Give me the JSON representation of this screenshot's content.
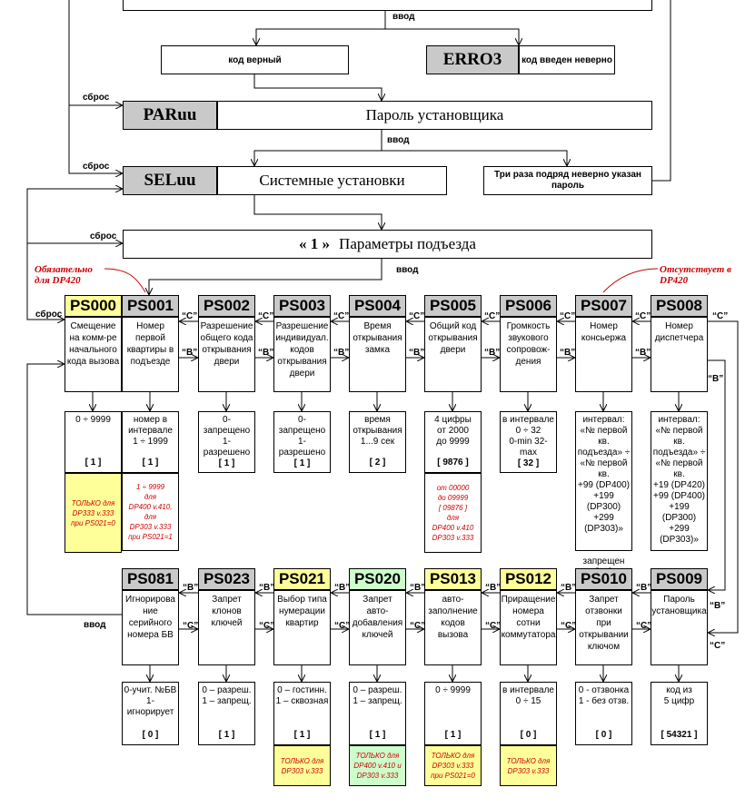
{
  "header": {
    "top_input": "ввод",
    "code_ok": "код верный",
    "err_tag": "ERRO3",
    "err_text": "код введен неверно",
    "reset": "сброс",
    "paruu_tag": "PARuu",
    "paruu_text": "Пароль установщика",
    "input2": "ввод",
    "three_times": "Три раза подряд неверно указан пароль",
    "reset2": "сброс",
    "seluu_tag": "SELuu",
    "seluu_text": "Системные установки",
    "reset3": "сброс",
    "param_num": "« 1 »",
    "param_text": "Параметры подъезда",
    "input3": "ввод",
    "annot_left": "Обязательно для DP420",
    "annot_right": "Отсутствует в DP420",
    "reset4": "сброс",
    "input4": "ввод"
  },
  "arrows": {
    "c": "“С”",
    "b": "“В”"
  },
  "row1": [
    {
      "id": "PS000",
      "color": "yel",
      "desc": "Смещение\nна комм-ре\nначального\nкода вызова",
      "val": "0 ÷ 9999",
      "dflt": "[ 1 ]",
      "note": "ТОЛЬКО для\nDP333 v.333\nпри PS021=0",
      "note_color": "yel"
    },
    {
      "id": "PS001",
      "color": "gry",
      "desc": "Номер\nпервой\nквартиры в\nподъезде",
      "val": "номер в\nинтервале\n1 ÷ 1999",
      "dflt": "[ 1 ]",
      "note": "1 ÷ 9999\nдля\nDP400 v.410,\nдля\nDP303 v.333\nпри PS021=1",
      "note_color": "wht"
    },
    {
      "id": "PS002",
      "color": "gry",
      "desc": "Разрешение\nобщего кода\nоткрывания\nдвери",
      "val": "0-запрещено\n1-разрешено",
      "dflt": "[ 1 ]"
    },
    {
      "id": "PS003",
      "color": "gry",
      "desc": "Разрешение\nиндивидуал.\nкодов\nоткрывания\nдвери",
      "val": "0-запрещено\n1-разрешено",
      "dflt": "[ 1 ]"
    },
    {
      "id": "PS004",
      "color": "gry",
      "desc": "Время\nоткрывания\nзамка",
      "val": "время\nоткрывания\n1...9 сек",
      "dflt": "[ 2 ]"
    },
    {
      "id": "PS005",
      "color": "gry",
      "desc": "Общий код\nоткрывания\nдвери",
      "val": "4 цифры\nот 2000\nдо 9999",
      "dflt": "[ 9876 ]",
      "note": "от 00000\nдо 09999\n[ 09876 ]\nдля\nDP400 v.410\nDP303 v.333",
      "note_color": "wht"
    },
    {
      "id": "PS006",
      "color": "gry",
      "desc": "Громкость\nзвукового\nсопровож-\nдения",
      "val": "в интервале\n0 ÷ 32\n0-min 32-max",
      "dflt": "[ 32 ]"
    },
    {
      "id": "PS007",
      "color": "gry",
      "desc": "Номер\nконсьержа",
      "val": "интервал:\n«№ первой кв.\nподъезда» ÷\n«№ первой кв.\n+99 (DP400)\n+199 (DP300)\n+299 (DP303)»\n\n\nзапрещен",
      "dflt": "[ 0 ]"
    },
    {
      "id": "PS008",
      "color": "gry",
      "desc": "Номер\nдиспетчера",
      "val": "интервал:\n«№ первой кв.\nподъезда» ÷\n«№ первой кв.\n+19 (DP420)\n+99 (DP400)\n+199 (DP300)\n+299 (DP303)»\n\n\nзапрещен",
      "dflt": "[ 0 ]"
    }
  ],
  "row2": [
    {
      "id": "PS081",
      "color": "gry",
      "desc": "Игнорирова\nние\nсерийного\nномера БВ",
      "val": "0-учит. №БВ\n1-игнорирует",
      "dflt": "[ 0 ]"
    },
    {
      "id": "PS023",
      "color": "gry",
      "desc": "Запрет\nклонов\nключей",
      "val": "0 – разреш.\n1 – запрещ.",
      "dflt": "[ 1 ]"
    },
    {
      "id": "PS021",
      "color": "yel",
      "desc": "Выбор типа\nнумерации\nквартир",
      "val": "0 – гостинн.\n1 – сквозная",
      "dflt": "[ 1 ]",
      "note": "ТОЛЬКО для\nDP303 v.333",
      "note_color": "yel"
    },
    {
      "id": "PS020",
      "color": "grn",
      "desc": "Запрет\nавто-\nдобавления\nключей",
      "val": "0 – разреш.\n1 – запрещ.",
      "dflt": "[ 1 ]",
      "note": "ТОЛЬКО для\nDP400 v.410 и\nDP303 v.333",
      "note_color": "grn"
    },
    {
      "id": "PS013",
      "color": "yel",
      "desc": "авто-\nзаполнение\nкодов\nвызова",
      "val": "0 ÷ 9999",
      "dflt": "[ 1 ]",
      "note": "ТОЛЬКО для\nDP303 v.333\nпри PS021=0",
      "note_color": "yel"
    },
    {
      "id": "PS012",
      "color": "yel",
      "desc": "Приращение\nномера сотни\nкоммутатора",
      "val": "в интервале\n0 ÷ 15",
      "dflt": "[ 0 ]",
      "note": "ТОЛЬКО для\nDP303 v.333",
      "note_color": "yel"
    },
    {
      "id": "PS010",
      "color": "gry",
      "desc": "Запрет\nотзвонки\nпри\nоткрывании\nключом",
      "val": "0 - отзвонка\n1 - без отзв.",
      "dflt": "[ 0 ]"
    },
    {
      "id": "PS009",
      "color": "gry",
      "desc": "Пароль\nустановщика",
      "val": "код из\n5 цифр",
      "dflt": "[ 54321 ]"
    }
  ]
}
